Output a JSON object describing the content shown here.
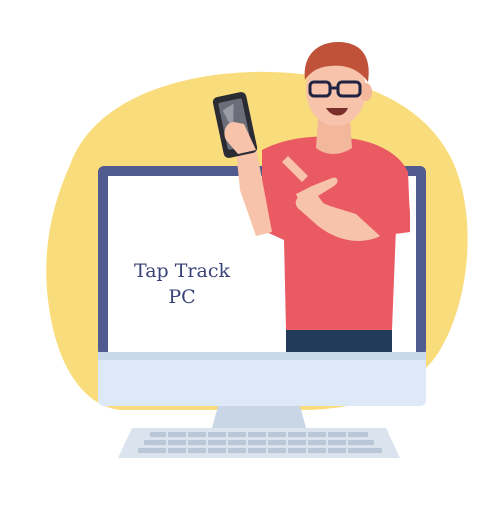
{
  "illustration": {
    "screen_text_line1": "Tap Track",
    "screen_text_line2": "PC",
    "colors": {
      "blob": "#f9dc7c",
      "monitor_frame": "#525b8f",
      "screen": "#ffffff",
      "monitor_bottom": "#dde9f6",
      "stand": "#c8d6e6",
      "keyboard": "#dbe3ee",
      "shirt": "#ea5a62",
      "skin": "#f7c3ab",
      "hair": "#c0523a",
      "pants": "#243a5a",
      "phone": "#2b2b33",
      "text": "#3a4378"
    },
    "icons": [
      "person-pointing",
      "smartphone",
      "desktop-monitor",
      "keyboard"
    ]
  }
}
